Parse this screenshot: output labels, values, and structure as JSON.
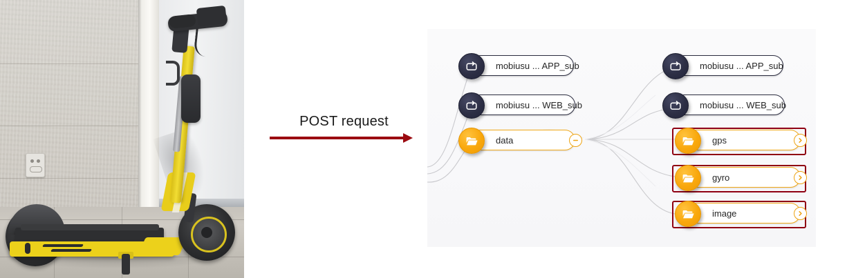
{
  "photo": {
    "alt_description": "Yellow electric kick-scooter leaning against an interior wall next to a door, tiled floor",
    "subject": "e-scooter",
    "body_color": "#ecd11b",
    "frame_color": "#2e2f31"
  },
  "arrow": {
    "label": "POST request",
    "color": "#9b0a10",
    "direction": "right"
  },
  "diagram": {
    "background": "#f8f8fa",
    "edge_color": "#c9c9cd",
    "highlight_color": "#8f0012",
    "icon_dark_color": "#2d2f45",
    "icon_amber_color": "#f9a80d",
    "left_nodes": [
      {
        "label": "mobiusu ... APP_sub",
        "icon": "subscription-icon",
        "style": "dark"
      },
      {
        "label": "mobiusu ... WEB_sub",
        "icon": "subscription-icon",
        "style": "dark"
      },
      {
        "label": "data",
        "icon": "folder-icon",
        "style": "amber",
        "button": "collapse-minus-icon",
        "selected": true
      }
    ],
    "right_nodes": [
      {
        "label": "mobiusu ... APP_sub",
        "icon": "subscription-icon",
        "style": "dark",
        "highlighted": false
      },
      {
        "label": "mobiusu ... WEB_sub",
        "icon": "subscription-icon",
        "style": "dark",
        "highlighted": false
      },
      {
        "label": "gps",
        "icon": "folder-icon",
        "style": "amber",
        "button": "expand-chevron-icon",
        "highlighted": true
      },
      {
        "label": "gyro",
        "icon": "folder-icon",
        "style": "amber",
        "button": "expand-chevron-icon",
        "highlighted": true
      },
      {
        "label": "image",
        "icon": "folder-icon",
        "style": "amber",
        "button": "expand-chevron-icon",
        "highlighted": true
      }
    ]
  }
}
